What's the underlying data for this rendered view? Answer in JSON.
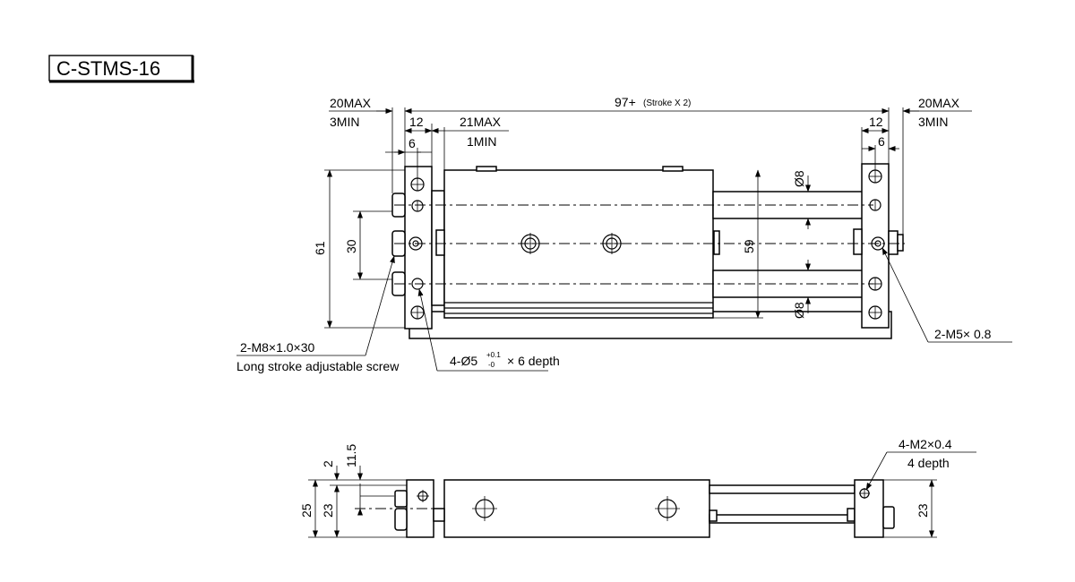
{
  "model": {
    "label": "C-STMS-16"
  },
  "top_view": {
    "dims": {
      "overall_length": "97+",
      "overall_length_note": "(Stroke X 2)",
      "left_adjust_max": "20MAX",
      "left_adjust_min": "3MIN",
      "left_plate_12": "12",
      "left_plate_6": "6",
      "stroke_adjust_max": "21MAX",
      "stroke_adjust_min": "1MIN",
      "right_adjust_max": "20MAX",
      "right_adjust_min": "3MIN",
      "right_plate_12": "12",
      "right_plate_6": "6",
      "height_61": "61",
      "height_30": "30",
      "height_59": "59",
      "rod_dia_top": "Ø8",
      "rod_dia_bottom": "Ø8"
    },
    "callouts": {
      "screw_spec": "2-M8×1.0×30",
      "screw_desc": "Long stroke adjustable screw",
      "pin_hole_prefix": "4-Ø5",
      "pin_hole_tol_upper": "+0.1",
      "pin_hole_tol_lower": "-0",
      "pin_hole_suffix": "× 6 depth",
      "port_spec": "2-M5× 0.8"
    }
  },
  "side_view": {
    "dims": {
      "dim_2": "2",
      "dim_11_5": "11.5",
      "dim_25": "25",
      "dim_23_left": "23",
      "dim_23_right": "23"
    },
    "callouts": {
      "tap_spec": "4-M2×0.4",
      "tap_depth": "4 depth"
    }
  }
}
